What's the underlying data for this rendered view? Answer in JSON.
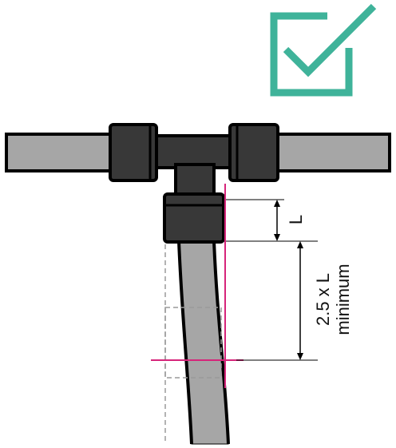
{
  "colors": {
    "check": "#3fb39a",
    "pipe": "#a6a6a6",
    "fitting": "#383838",
    "outline": "#000000",
    "ghost": "#9a9a9a",
    "magenta": "#d6257a",
    "dimension": "#000000"
  },
  "icons": {
    "status": "checkmark-box-icon"
  },
  "labels": {
    "l_dimension": "L",
    "bend_line1": "2.5 x L",
    "bend_line2": "minimum"
  }
}
